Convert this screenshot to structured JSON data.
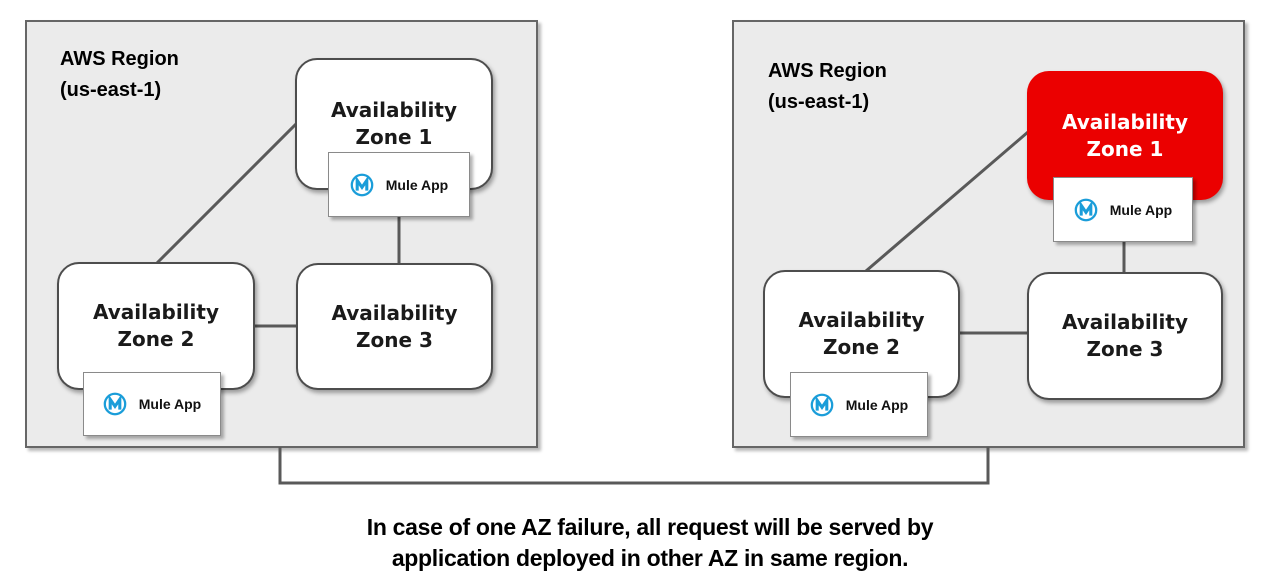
{
  "regions": [
    {
      "label": "AWS Region\n(us-east-1)",
      "zones": [
        {
          "label": "Availability\nZone 1",
          "status": "normal"
        },
        {
          "label": "Availability\nZone 2",
          "status": "normal"
        },
        {
          "label": "Availability\nZone 3",
          "status": "normal"
        }
      ],
      "badges": [
        {
          "label": "Mule App",
          "attached_to": "Availability Zone 1"
        },
        {
          "label": "Mule App",
          "attached_to": "Availability Zone 2"
        }
      ]
    },
    {
      "label": "AWS Region\n(us-east-1)",
      "zones": [
        {
          "label": "Availability\nZone 1",
          "status": "failed"
        },
        {
          "label": "Availability\nZone 2",
          "status": "normal"
        },
        {
          "label": "Availability\nZone 3",
          "status": "normal"
        }
      ],
      "badges": [
        {
          "label": "Mule App",
          "attached_to": "Availability Zone 1"
        },
        {
          "label": "Mule App",
          "attached_to": "Availability Zone 2"
        }
      ]
    }
  ],
  "caption": "In case of one AZ failure, all request will be served by\napplication deployed in other AZ in same region.",
  "icons": {
    "mule_logo": "mulesoft-m-in-circle-icon"
  },
  "colors": {
    "region_fill": "#ebebeb",
    "region_border": "#666666",
    "zone_fill": "#ffffff",
    "zone_border": "#4d4d4d",
    "zone_failed_fill": "#eb0000",
    "zone_failed_text": "#ffffff",
    "badge_border": "#8a8a8a",
    "connector_line": "#595959",
    "mule_blue": "#1a9dd9",
    "text": "#000000"
  }
}
